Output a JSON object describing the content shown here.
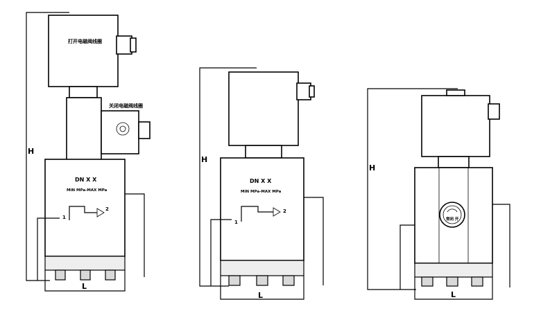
{
  "views": [
    {
      "name": "dual-coil",
      "height_label": "H",
      "length_label": "L",
      "model_label": "DN X X",
      "spec_label": "MIN   MPa-MAX   MPa",
      "port_in": "1",
      "port_out": "2",
      "open_coil_label": "打开电磁阀线圈",
      "close_coil_label": "关闭电磁阀线圈"
    },
    {
      "name": "single-coil",
      "height_label": "H",
      "length_label": "L",
      "model_label": "DN X X",
      "spec_label": "MIN   MPa-MAX   MPa",
      "port_in": "1",
      "port_out": "2"
    },
    {
      "name": "side-view",
      "height_label": "H",
      "length_label": "L",
      "indicator_label": "常闭  开"
    }
  ]
}
